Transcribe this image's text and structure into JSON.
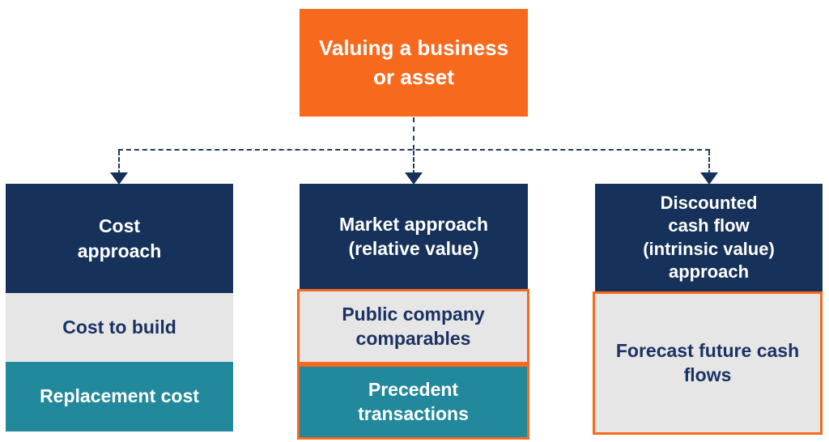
{
  "title": "Valuation methods flowchart",
  "colors": {
    "orange": "#F76A1E",
    "navy": "#16325B",
    "teal": "#21899B",
    "light_gray": "#E6E6E6",
    "connector": "#1F3C67",
    "text_on_dark": "#FFFFFF",
    "text_on_light": "#1A3263"
  },
  "root_box": {
    "label": "Valuing a business\nor asset"
  },
  "columns": [
    {
      "header": "Cost\napproach",
      "items": [
        {
          "label": "Cost to build",
          "variant": "gray"
        },
        {
          "label": "Replacement cost",
          "variant": "teal"
        }
      ]
    },
    {
      "header": "Market approach\n(relative value)",
      "items": [
        {
          "label": "Public company\ncomparables",
          "variant": "gray-outlined"
        },
        {
          "label": "Precedent\ntransactions",
          "variant": "teal-outlined"
        }
      ]
    },
    {
      "header": "Discounted\ncash flow\n(intrinsic value)\napproach",
      "items": [
        {
          "label": "Forecast future cash\nflows",
          "variant": "gray-outlined"
        }
      ]
    }
  ]
}
